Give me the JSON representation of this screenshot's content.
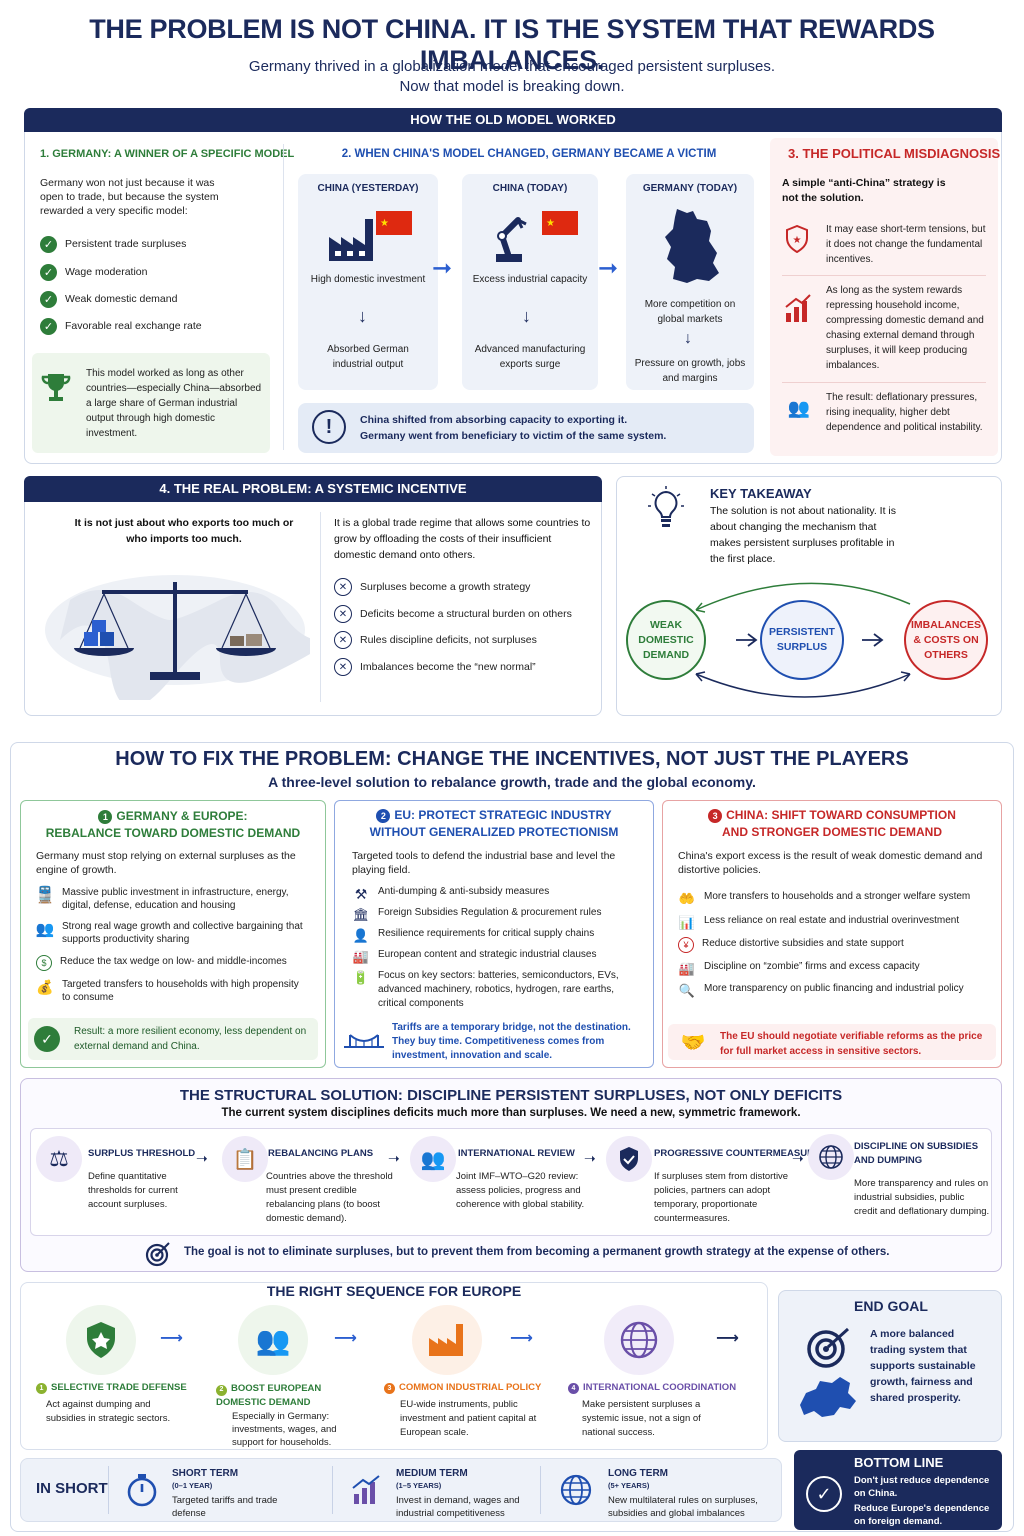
{
  "header": {
    "title": "THE PROBLEM IS NOT CHINA. IT IS THE SYSTEM THAT REWARDS IMBALANCES.",
    "subtitle1": "Germany thrived in a globalization model that encouraged persistent surpluses.",
    "subtitle2": "Now that model is breaking down."
  },
  "old_model": {
    "bar": "HOW THE OLD MODEL WORKED",
    "col1": {
      "title": "1. GERMANY: A WINNER OF A SPECIFIC MODEL",
      "intro": "Germany won not just because it was open to trade, but because the system rewarded a very specific model:",
      "checks": [
        "Persistent trade surpluses",
        "Wage moderation",
        "Weak domestic demand",
        "Favorable real exchange rate"
      ],
      "box": "This model worked as long as other countries—especially China—absorbed a large share of German industrial output through high domestic investment."
    },
    "col2": {
      "title": "2. WHEN CHINA'S MODEL CHANGED, GERMANY BECAME A VICTIM",
      "cards": [
        {
          "head": "CHINA (YESTERDAY)",
          "top": "High domestic investment",
          "bottom": "Absorbed German industrial output"
        },
        {
          "head": "CHINA (TODAY)",
          "top": "Excess industrial capacity",
          "bottom": "Advanced manufacturing exports surge"
        },
        {
          "head": "GERMANY (TODAY)",
          "top": "More competition on global markets",
          "bottom": "Pressure on growth, jobs and margins"
        }
      ],
      "note1": "China shifted from absorbing capacity to exporting it.",
      "note2": "Germany went from beneficiary to victim of the same system."
    },
    "col3": {
      "title": "3. THE POLITICAL MISDIAGNOSIS",
      "intro": "A simple “anti-China” strategy is not the solution.",
      "items": [
        "It may ease short-term tensions, but it does not change the fundamental incentives.",
        "As long as the system rewards repressing household income, compressing domestic demand and chasing external demand through surpluses, it will keep producing imbalances.",
        "The result: deflationary pressures, rising inequality, higher debt dependence and political instability."
      ]
    }
  },
  "real_problem": {
    "bar": "4. THE REAL PROBLEM: A SYSTEMIC INCENTIVE",
    "left": "It is not just about who exports too much or who imports too much.",
    "right": "It is a global trade regime that allows some countries to grow by offloading the costs of their insufficient domestic demand onto others.",
    "items": [
      "Surpluses become a growth strategy",
      "Deficits become a structural burden on others",
      "Rules discipline deficits, not surpluses",
      "Imbalances become the “new normal”"
    ]
  },
  "takeaway": {
    "title": "KEY TAKEAWAY",
    "text": "The solution is not about nationality. It is about changing the mechanism that makes persistent surpluses profitable in the first place.",
    "c1": "WEAK DOMESTIC DEMAND",
    "c2": "PERSISTENT SURPLUS",
    "c3": "IMBALANCES & COSTS ON OTHERS"
  },
  "fix": {
    "title": "HOW TO FIX THE PROBLEM: CHANGE THE INCENTIVES, NOT JUST THE PLAYERS",
    "subtitle": "A three-level solution to rebalance growth, trade and the global economy.",
    "g": {
      "num": "1",
      "title1": "GERMANY & EUROPE:",
      "title2": "REBALANCE TOWARD DOMESTIC DEMAND",
      "intro": "Germany must stop relying on external surpluses as the engine of growth.",
      "items": [
        "Massive public investment in infrastructure, energy, digital, defense, education and housing",
        "Strong real wage growth and collective bargaining that supports productivity sharing",
        "Reduce the tax wedge on low- and middle-incomes",
        "Targeted transfers to households with high propensity to consume"
      ],
      "result": "Result: a more resilient economy, less dependent on external demand and China."
    },
    "e": {
      "num": "2",
      "title1": "EU: PROTECT STRATEGIC INDUSTRY",
      "title2": "WITHOUT GENERALIZED PROTECTIONISM",
      "intro": "Targeted tools to defend the industrial base and level the playing field.",
      "items": [
        "Anti-dumping & anti-subsidy measures",
        "Foreign Subsidies Regulation & procurement rules",
        "Resilience requirements for critical supply chains",
        "European content and strategic industrial clauses",
        "Focus on key sectors: batteries, semiconductors, EVs, advanced machinery, robotics, hydrogen, rare earths, critical components"
      ],
      "note": "Tariffs are a temporary bridge, not the destination. They buy time. Competitiveness comes from investment, innovation and scale."
    },
    "c": {
      "num": "3",
      "title1": "CHINA: SHIFT TOWARD CONSUMPTION",
      "title2": "AND STRONGER DOMESTIC DEMAND",
      "intro": "China's export excess is the result of weak domestic demand and distortive policies.",
      "items": [
        "More transfers to households and a stronger welfare system",
        "Less reliance on real estate and industrial overinvestment",
        "Reduce distortive subsidies and state support",
        "Discipline on “zombie” firms and excess capacity",
        "More transparency on public financing and industrial policy"
      ],
      "note": "The EU should negotiate verifiable reforms as the price for full market access in sensitive sectors."
    }
  },
  "structural": {
    "title": "THE STRUCTURAL SOLUTION: DISCIPLINE PERSISTENT SURPLUSES, NOT ONLY DEFICITS",
    "subtitle": "The current system disciplines deficits much more than surpluses. We need a new, symmetric framework.",
    "steps": [
      {
        "head": "SURPLUS THRESHOLD",
        "text": "Define quantitative thresholds for current account surpluses."
      },
      {
        "head": "REBALANCING PLANS",
        "text": "Countries above the threshold must present credible rebalancing plans (to boost domestic demand)."
      },
      {
        "head": "INTERNATIONAL REVIEW",
        "text": "Joint IMF–WTO–G20 review: assess policies, progress and coherence with global stability."
      },
      {
        "head": "PROGRESSIVE COUNTERMEASURES",
        "text": "If surpluses stem from distortive policies, partners can adopt temporary, proportionate countermeasures."
      },
      {
        "head": "DISCIPLINE ON SUBSIDIES AND DUMPING",
        "text": "More transparency and rules on industrial subsidies, public credit and deflationary dumping."
      }
    ],
    "goal": "The goal is not to eliminate surpluses, but to prevent them from becoming a permanent growth strategy at the expense of others."
  },
  "sequence": {
    "title": "THE RIGHT SEQUENCE FOR EUROPE",
    "steps": [
      {
        "num": "1",
        "head": "SELECTIVE TRADE DEFENSE",
        "text": "Act against dumping and subsidies in strategic sectors."
      },
      {
        "num": "2",
        "head": "BOOST EUROPEAN DOMESTIC DEMAND",
        "text": "Especially in Germany: investments, wages, and support for households."
      },
      {
        "num": "3",
        "head": "COMMON INDUSTRIAL POLICY",
        "text": "EU-wide instruments, public investment and patient capital at European scale."
      },
      {
        "num": "4",
        "head": "INTERNATIONAL COORDINATION",
        "text": "Make persistent surpluses a systemic issue, not a sign of national success."
      }
    ]
  },
  "endgoal": {
    "title": "END GOAL",
    "text": "A more balanced trading system that supports sustainable growth, fairness and shared prosperity."
  },
  "inshort": {
    "label": "IN SHORT",
    "terms": [
      {
        "head": "SHORT TERM",
        "sub": "(0–1 YEAR)",
        "text": "Targeted tariffs and trade defense"
      },
      {
        "head": "MEDIUM TERM",
        "sub": "(1–5 YEARS)",
        "text": "Invest in demand, wages and industrial competitiveness"
      },
      {
        "head": "LONG TERM",
        "sub": "(5+ YEARS)",
        "text": "New multilateral rules on surpluses, subsidies and global imbalances"
      }
    ]
  },
  "bottomline": {
    "title": "BOTTOM LINE",
    "l1": "Don't just reduce dependence on China.",
    "l2": "Reduce Europe's dependence on foreign demand."
  }
}
